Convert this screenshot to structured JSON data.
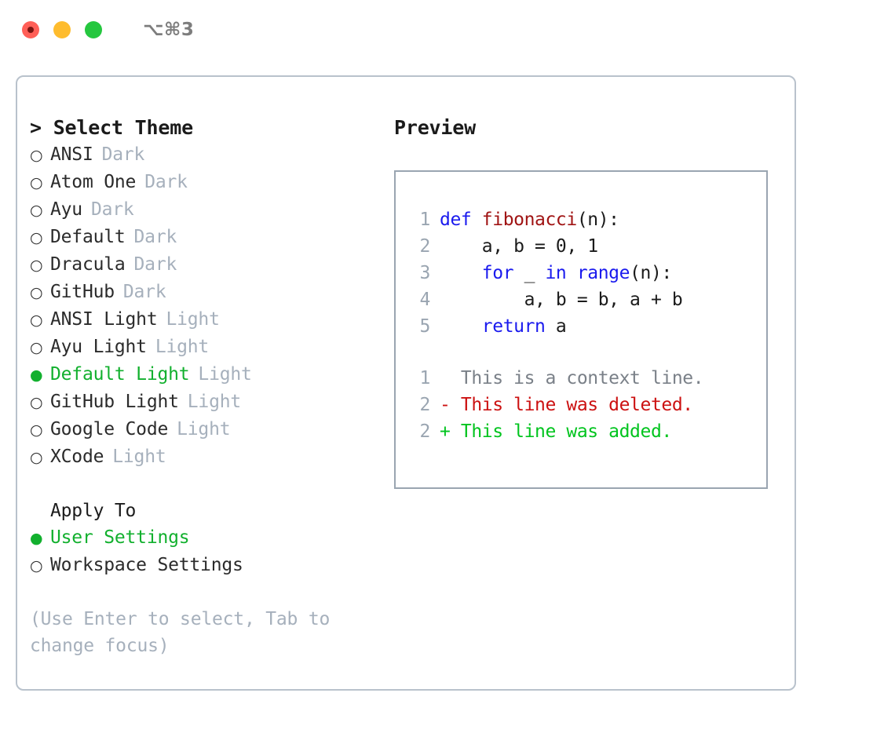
{
  "window": {
    "shortcut": "⌥⌘3",
    "traffic_lights": [
      {
        "name": "close-button",
        "color": "#ff5f57"
      },
      {
        "name": "minimize-button",
        "color": "#febc2e"
      },
      {
        "name": "maximize-button",
        "color": "#25c73f"
      }
    ]
  },
  "theme_picker": {
    "heading": "> Select Theme",
    "marker_selected": "●",
    "marker_unselected": "○",
    "selected_color": "#12b02e",
    "tag_color": "#a6b0bc",
    "items": [
      {
        "marker": "○",
        "label": "ANSI",
        "tag": "Dark",
        "selected": false
      },
      {
        "marker": "○",
        "label": "Atom One",
        "tag": "Dark",
        "selected": false
      },
      {
        "marker": "○",
        "label": "Ayu",
        "tag": "Dark",
        "selected": false
      },
      {
        "marker": "○",
        "label": "Default",
        "tag": "Dark",
        "selected": false
      },
      {
        "marker": "○",
        "label": "Dracula",
        "tag": "Dark",
        "selected": false
      },
      {
        "marker": "○",
        "label": "GitHub",
        "tag": "Dark",
        "selected": false
      },
      {
        "marker": "○",
        "label": "ANSI Light",
        "tag": "Light",
        "selected": false
      },
      {
        "marker": "○",
        "label": "Ayu Light",
        "tag": "Light",
        "selected": false
      },
      {
        "marker": "●",
        "label": "Default Light",
        "tag": "Light",
        "selected": true
      },
      {
        "marker": "○",
        "label": "GitHub Light",
        "tag": "Light",
        "selected": false
      },
      {
        "marker": "○",
        "label": "Google Code",
        "tag": "Light",
        "selected": false
      },
      {
        "marker": "○",
        "label": "XCode",
        "tag": "Light",
        "selected": false
      }
    ]
  },
  "apply_to": {
    "heading": "Apply To",
    "items": [
      {
        "marker": "●",
        "label": "User Settings",
        "selected": true
      },
      {
        "marker": "○",
        "label": "Workspace Settings",
        "selected": false
      }
    ]
  },
  "hint": "(Use Enter to select, Tab to change focus)",
  "preview": {
    "title": "Preview",
    "code_lines": [
      {
        "number": "1",
        "tokens": [
          {
            "text": "def ",
            "kind": "kw"
          },
          {
            "text": "fibonacci",
            "kind": "fn"
          },
          {
            "text": "(n):",
            "kind": "pl"
          }
        ]
      },
      {
        "number": "2",
        "tokens": [
          {
            "text": "    a, b = 0, 1",
            "kind": "pl"
          }
        ]
      },
      {
        "number": "3",
        "tokens": [
          {
            "text": "    ",
            "kind": "pl"
          },
          {
            "text": "for",
            "kind": "kw"
          },
          {
            "text": " _ ",
            "kind": "pl"
          },
          {
            "text": "in",
            "kind": "kw"
          },
          {
            "text": " ",
            "kind": "pl"
          },
          {
            "text": "range",
            "kind": "kw"
          },
          {
            "text": "(n):",
            "kind": "pl"
          }
        ]
      },
      {
        "number": "4",
        "tokens": [
          {
            "text": "        a, b = b, a + b",
            "kind": "pl"
          }
        ]
      },
      {
        "number": "5",
        "tokens": [
          {
            "text": "    ",
            "kind": "pl"
          },
          {
            "text": "return",
            "kind": "kw"
          },
          {
            "text": " a",
            "kind": "pl"
          }
        ]
      }
    ],
    "diff_lines": [
      {
        "number": "1",
        "text": "  This is a context line.",
        "kind": "ctx"
      },
      {
        "number": "2",
        "text": "- This line was deleted.",
        "kind": "del"
      },
      {
        "number": "2",
        "text": "+ This line was added.",
        "kind": "add"
      }
    ]
  }
}
